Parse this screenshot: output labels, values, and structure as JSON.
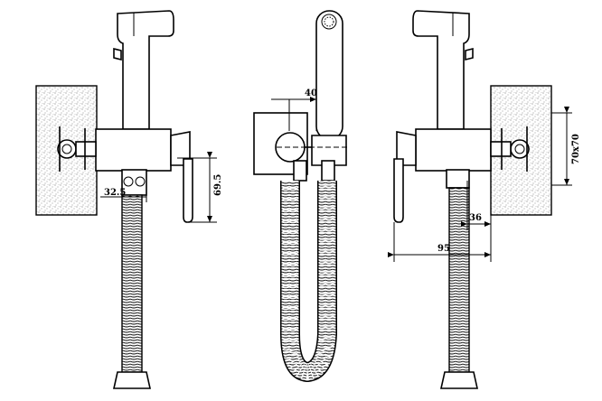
{
  "diagram": {
    "views": [
      "side-view-left",
      "front-view",
      "side-view-right"
    ],
    "dimensions": {
      "left_width": "32.5",
      "left_height": "69.5",
      "front_offset": "40",
      "right_inner": "36",
      "right_total": "95",
      "box_size": "70x70"
    }
  }
}
